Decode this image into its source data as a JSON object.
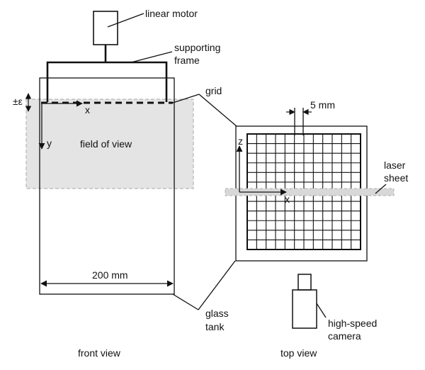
{
  "labels": {
    "linear_motor": "linear motor",
    "supporting": "supporting",
    "frame": "frame",
    "grid": "grid",
    "pm_eps": "±ε",
    "x_front": "x",
    "y_front": "y",
    "field_of_view": "field of view",
    "width_200": "200 mm",
    "glass": "glass",
    "tank": "tank",
    "front_view": "front view",
    "spacing_5": "5 mm",
    "z_top": "z",
    "x_top": "x",
    "laser": "laser",
    "sheet": "sheet",
    "high_speed": "high-speed",
    "camera": "camera",
    "top_view": "top view"
  },
  "colors": {
    "stroke": "#111111",
    "fov_fill": "#e4e4e4",
    "fov_border": "#a8a8a8",
    "laser_fill": "#d8d8d8"
  }
}
